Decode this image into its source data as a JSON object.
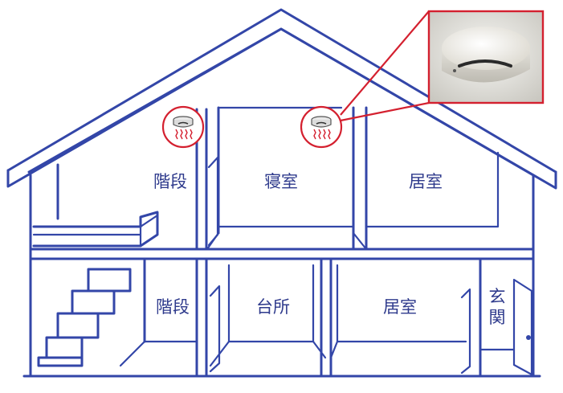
{
  "house": {
    "floor2": {
      "stairs_label": "階段",
      "bedroom_label": "寝室",
      "living_label": "居室"
    },
    "floor1": {
      "stairs_label": "階段",
      "kitchen_label": "台所",
      "living_label": "居室",
      "entrance_label_top": "玄",
      "entrance_label_bottom": "関"
    }
  },
  "colors": {
    "outline": "#3346a8",
    "label": "#2e3a8c",
    "callout": "#d4202f"
  },
  "icons": [
    "smoke-detector-icon",
    "smoke-detector-photo"
  ]
}
